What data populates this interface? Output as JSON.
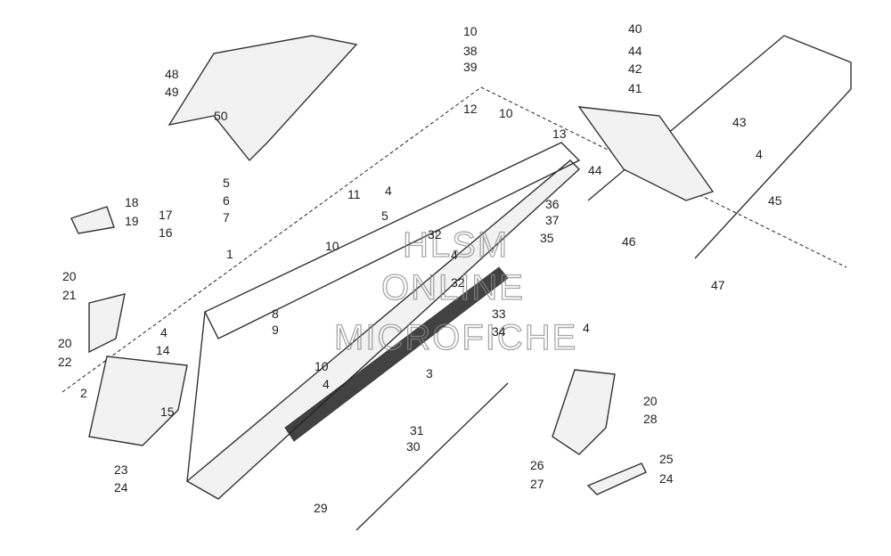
{
  "watermark": {
    "line1": "HLSM",
    "line2": "ONLINE",
    "line3": "MICROFICHE"
  },
  "callouts": [
    "10",
    "40",
    "38",
    "44",
    "39",
    "42",
    "41",
    "48",
    "49",
    "50",
    "12",
    "10",
    "13",
    "43",
    "4",
    "44",
    "45",
    "5",
    "6",
    "7",
    "11",
    "4",
    "5",
    "36",
    "37",
    "32",
    "18",
    "17",
    "19",
    "16",
    "1",
    "10",
    "4",
    "35",
    "46",
    "47",
    "20",
    "21",
    "8",
    "9",
    "32",
    "33",
    "34",
    "4",
    "4",
    "20",
    "22",
    "14",
    "10",
    "4",
    "3",
    "2",
    "15",
    "20",
    "28",
    "31",
    "30",
    "23",
    "24",
    "26",
    "25",
    "27",
    "24",
    "29"
  ]
}
